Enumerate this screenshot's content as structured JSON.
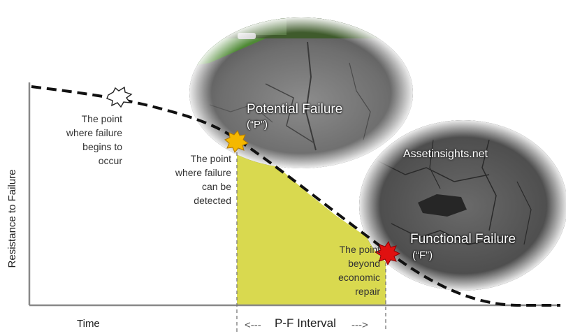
{
  "axes": {
    "y_label": "Resistance to Failure",
    "x_label": "Time"
  },
  "annotations": {
    "failure_begins": [
      "The point",
      "where failure",
      "begins to",
      "occur"
    ],
    "failure_detected": [
      "The point",
      "where failure",
      "can be",
      "detected"
    ],
    "beyond_repair": [
      "The point",
      "beyond",
      "economic",
      "repair"
    ]
  },
  "photo_top": {
    "title": "Potential Failure",
    "subtitle": "(“P”)"
  },
  "photo_bottom": {
    "watermark": "Assetinsights.net",
    "title": "Functional Failure",
    "subtitle": "(“F”)"
  },
  "interval": {
    "label": "P-F Interval",
    "arrow_left": "<---",
    "arrow_right": "--->"
  },
  "colors": {
    "interval_fill": "#d9d94f",
    "p_star": "#f5b800",
    "f_star": "#e01010",
    "curve": "#111111"
  }
}
